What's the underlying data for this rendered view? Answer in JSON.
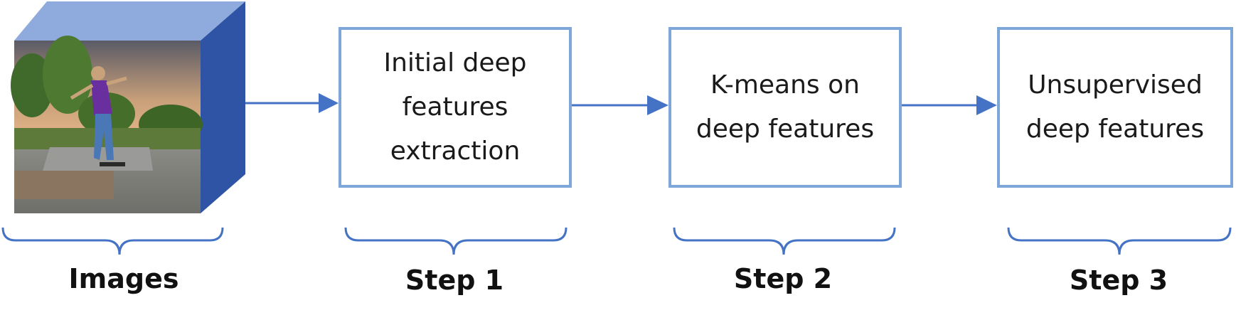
{
  "images": {
    "label": "Images"
  },
  "steps": [
    {
      "label": "Step 1",
      "text": "Initial deep\nfeatures\nextraction"
    },
    {
      "label": "Step 2",
      "text": "K-means on\ndeep features"
    },
    {
      "label": "Step 3",
      "text": "Unsupervised\ndeep features"
    }
  ],
  "colors": {
    "box_border": "#7ea6d8",
    "arrow": "#4472c4",
    "brace": "#4472c4",
    "cube_side": "#2f54a6",
    "cube_top": "#8faadc"
  }
}
